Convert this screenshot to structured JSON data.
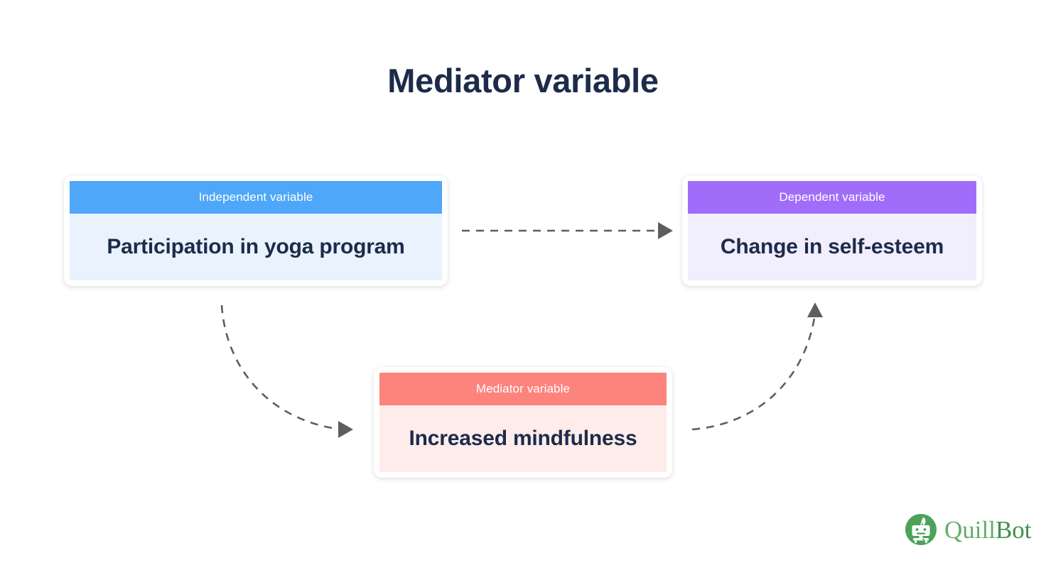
{
  "page": {
    "title": "Mediator variable",
    "background_color": "#ffffff"
  },
  "cards": [
    {
      "id": "independent",
      "header_label": "Independent variable",
      "body_label": "Participation in yoga program",
      "header_color": "#4ea7f8",
      "body_color": "#e9f2fd",
      "text_color": "#1d2b4a"
    },
    {
      "id": "dependent",
      "header_label": "Dependent variable",
      "body_label": "Change in self-esteem",
      "header_color": "#a06dfb",
      "body_color": "#f1eefd",
      "text_color": "#1d2b4a"
    },
    {
      "id": "mediator",
      "header_label": "Mediator variable",
      "body_label": "Increased mindfulness",
      "header_color": "#fd837d",
      "body_color": "#fdecea",
      "text_color": "#1d2b4a"
    }
  ],
  "arrows": [
    {
      "id": "iv-to-dv",
      "from": "independent",
      "to": "dependent",
      "style": "dashed",
      "shape": "straight",
      "color": "#5e5e5e"
    },
    {
      "id": "iv-to-mediator",
      "from": "independent",
      "to": "mediator",
      "style": "dashed",
      "shape": "curved",
      "color": "#5e5e5e"
    },
    {
      "id": "mediator-to-dv",
      "from": "mediator",
      "to": "dependent",
      "style": "dashed",
      "shape": "curved",
      "color": "#5e5e5e"
    }
  ],
  "logo": {
    "name": "QuillBot",
    "text_part_1": "Quill",
    "text_part_2": "Bot",
    "mark_color": "#4ca259",
    "text_color_1": "#61af6b",
    "text_color_2": "#3f8f4d"
  }
}
